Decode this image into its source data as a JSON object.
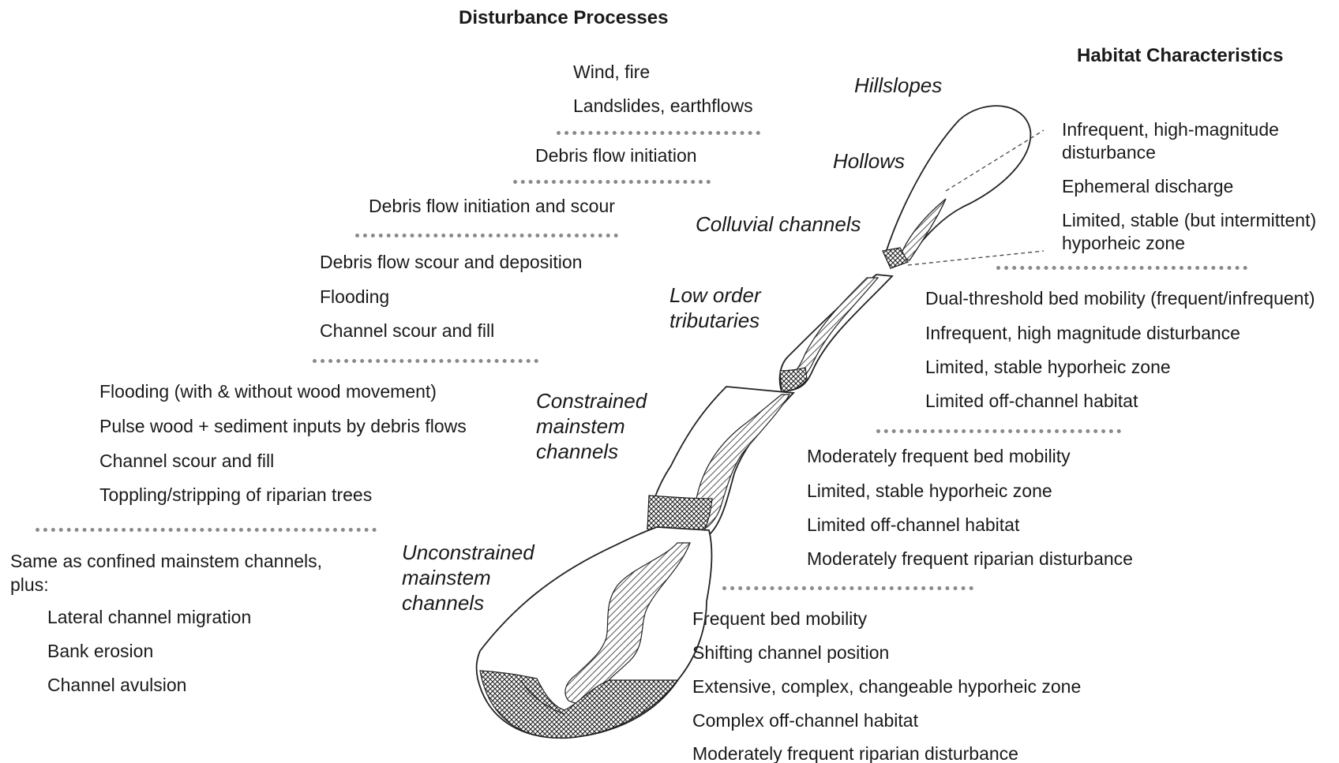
{
  "titles": {
    "disturbance": "Disturbance Processes",
    "habitat": "Habitat Characteristics"
  },
  "zones": {
    "hillslopes": "Hillslopes",
    "hollows": "Hollows",
    "colluvial": "Colluvial channels",
    "low_order_1": "Low order",
    "low_order_2": "tributaries",
    "constrained_1": "Constrained",
    "constrained_2": "mainstem",
    "constrained_3": "channels",
    "unconstrained_1": "Unconstrained",
    "unconstrained_2": "mainstem",
    "unconstrained_3": "channels"
  },
  "disturbance": {
    "hillslopes": [
      "Wind, fire",
      "Landslides, earthflows"
    ],
    "hollows": [
      "Debris flow initiation"
    ],
    "colluvial": [
      "Debris flow initiation and scour"
    ],
    "low_order": [
      "Debris flow scour and deposition",
      "Flooding",
      "Channel scour and fill"
    ],
    "constrained": [
      "Flooding (with & without wood movement)",
      "Pulse wood + sediment inputs by debris flows",
      "Channel scour and fill",
      "Toppling/stripping of riparian trees"
    ],
    "unconstrained_intro_1": "Same as confined mainstem channels,",
    "unconstrained_intro_2": "plus:",
    "unconstrained": [
      "Lateral channel migration",
      "Bank erosion",
      "Channel avulsion"
    ]
  },
  "habitat": {
    "colluvial": [
      "Infrequent, high-magnitude",
      "disturbance",
      "Ephemeral discharge",
      "Limited, stable (but intermittent)",
      "hyporheic zone"
    ],
    "low_order": [
      "Dual-threshold bed mobility (frequent/infrequent)",
      "Infrequent, high magnitude disturbance",
      "Limited, stable hyporheic zone",
      "Limited off-channel habitat"
    ],
    "constrained": [
      "Moderately frequent bed mobility",
      "Limited, stable hyporheic zone",
      "Limited off-channel habitat",
      "Moderately frequent riparian disturbance"
    ],
    "unconstrained": [
      "Frequent bed mobility",
      "Shifting channel position",
      "Extensive, complex, changeable hyporheic zone",
      "Complex off-channel habitat",
      "Moderately frequent riparian disturbance"
    ]
  }
}
